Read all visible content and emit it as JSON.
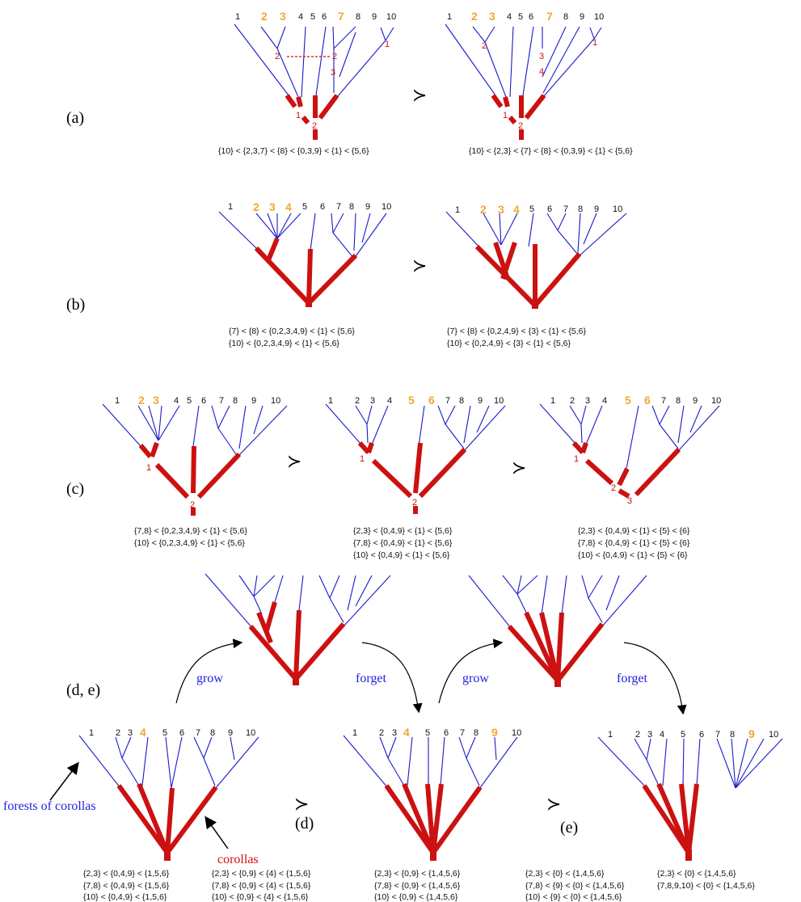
{
  "colors": {
    "blue": "#1a1acc",
    "red": "#cc1111",
    "highlight": "#f0a830",
    "text": "#111111"
  },
  "labels": {
    "a": "(a)",
    "b": "(b)",
    "c": "(c)",
    "de": "(d, e)",
    "d": "(d)",
    "e": "(e)",
    "grow": "grow",
    "forget": "forget",
    "forests": "forests of corollas",
    "corollas": "corollas",
    "prec": "≻"
  },
  "leaves": [
    "1",
    "2",
    "3",
    "4",
    "5",
    "6",
    "7",
    "8",
    "9",
    "10"
  ],
  "node_labels": [
    "1",
    "2",
    "3",
    "4"
  ],
  "equations": {
    "a_left": [
      "{10} < {2,3,7} < {8} < {0,3,9} < {1} < {5,6}"
    ],
    "a_right": [
      "{10} < {2,3} < {7} < {8} < {0,3,9} < {1} < {5,6}"
    ],
    "b_left": [
      "{7} < {8} < {0,2,3,4,9} < {1} < {5,6}",
      "{10} < {0,2,3,4,9} < {1} < {5,6}"
    ],
    "b_right": [
      "{7} < {8} < {0,2,4,9} < {3} < {1} < {5,6}",
      "{10} < {0,2,4,9} < {3} < {1} < {5,6}"
    ],
    "c_1": [
      "{7,8} < {0,2,3,4,9} < {1} < {5,6}",
      "{10} < {0,2,3,4,9} < {1} < {5,6}"
    ],
    "c_2": [
      "{2,3} < {0,4,9} < {1} < {5,6}",
      "{7,8} < {0,4,9} < {1} < {5,6}",
      "{10} < {0,4,9} < {1} < {5,6}"
    ],
    "c_3": [
      "{2,3} < {0,4,9} < {1} < {5} < {6}",
      "{7,8} < {0,4,9} < {1} < {5} < {6}",
      "{10} < {0,4,9} < {1} < {5} < {6}"
    ],
    "d_1": [
      "{2,3} < {0,4,9} < {1,5,6}",
      "{7,8} < {0,4,9} < {1,5,6}",
      "{10} < {0,4,9} < {1,5,6}"
    ],
    "d_2": [
      "{2,3} < {0,9} < {4} < {1,5,6}",
      "{7,8} < {0,9} < {4} < {1,5,6}",
      "{10} < {0,9} < {4} < {1,5,6}"
    ],
    "d_3": [
      "{2,3} < {0,9} < {1,4,5,6}",
      "{7,8} < {0,9} < {1,4,5,6}",
      "{10} < {0,9} < {1,4,5,6}"
    ],
    "e_1": [
      "{2,3} < {0} < {1,4,5,6}",
      "{7,8} < {9} < {0} < {1,4,5,6}",
      "{10} < {9} < {0} < {1,4,5,6}"
    ],
    "e_2": [
      "{2,3} < {0} < {1,4,5,6}",
      "{7,8,9,10} < {0} < {1,4,5,6}"
    ]
  }
}
